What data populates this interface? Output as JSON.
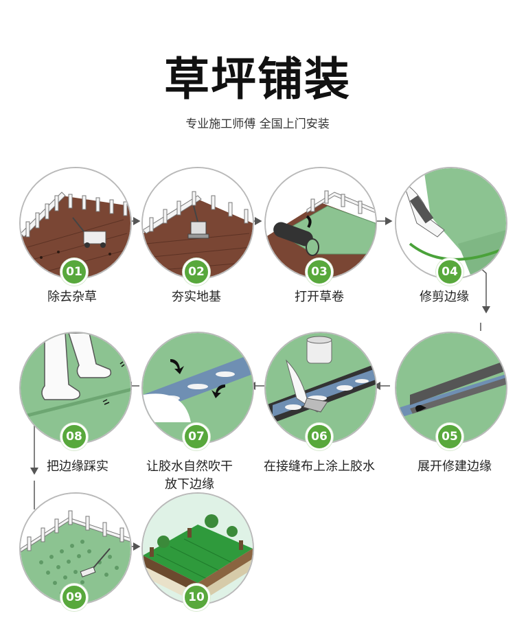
{
  "header": {
    "title": "草坪铺装",
    "subtitle": "专业施工师傅  全国上门安装"
  },
  "colors": {
    "accent": "#58a83c",
    "soil": "#7a4634",
    "turf": "#8cc391",
    "connector": "#555555"
  },
  "steps": [
    {
      "num": "01",
      "label": "除去杂草"
    },
    {
      "num": "02",
      "label": "夯实地基"
    },
    {
      "num": "03",
      "label": "打开草卷"
    },
    {
      "num": "04",
      "label": "修剪边缘"
    },
    {
      "num": "05",
      "label": "展开修建边缘"
    },
    {
      "num": "06",
      "label": "在接缝布上涂上胶水"
    },
    {
      "num": "07",
      "label": "让胶水自然吹干",
      "label2": "放下边缘"
    },
    {
      "num": "08",
      "label": "把边缘踩实"
    },
    {
      "num": "09",
      "label": ""
    },
    {
      "num": "10",
      "label": ""
    }
  ]
}
